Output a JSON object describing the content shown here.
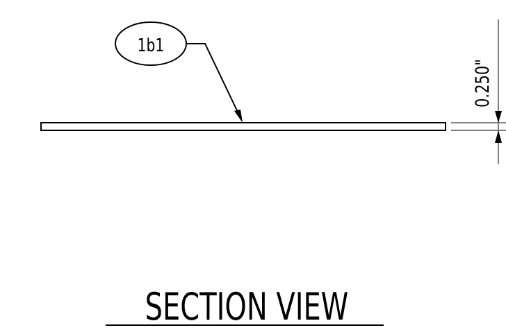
{
  "drawing": {
    "balloon_label": "1b1",
    "dimension_label": "0.250\"",
    "view_title": "SECTION VIEW",
    "line_color": "#000000",
    "extension_color": "#7f7f7f"
  }
}
